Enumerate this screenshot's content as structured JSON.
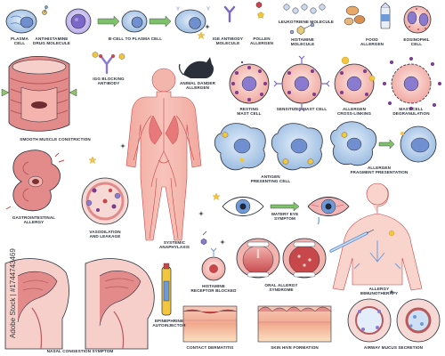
{
  "labels": {
    "plasma_cell": "PLASMA\nCELL",
    "antihistamine": "ANTIHISTAMINE\nDRUG MOLECULE",
    "b_cell": "B-CELL TO PLASMA CELL",
    "ige_antibody": "IGE ANTIBODY\nMOLECULE",
    "pollen": "POLLEN\nALLERGEN",
    "leukotriene": "LEUKOTRIENE MOLECULE",
    "histamine": "HISTAMINE\nMOLECULE",
    "food_allergen": "FOOD\nALLERGEN",
    "eosinophil": "EOSINOPHIL\nCELL",
    "igg_blocking": "IGG BLOCKING\nANTIBODY",
    "animal_dander": "ANIMAL DANDER\nALLERGEN",
    "resting_mast": "RESTING\nMAST CELL",
    "sensitized_mast": "SENSITIZED MAST CELL",
    "cross_linking": "ALLERGEN\nCROSS-LINKING",
    "degranulation": "MAST CELL\nDEGRANULATION",
    "smooth_muscle": "SMOOTH MUSCLE CONSTRICTION",
    "antigen_presenting": "ANTIGEN\nPRESENTING CELL",
    "fragment_presentation": "ALLERGEN\nFRAGMENT PRESENTATION",
    "watery_eye": "WATERY EYE\nSYMPTOM",
    "gi_allergy": "GASTROINTESTINAL\nALLERGY",
    "vasodilation": "VASODILATION\nAND LEAKAGE",
    "anaphylaxis": "SYSTEMIC\nANAPHYLAXIS",
    "oral_allergy": "ORAL ALLERGY\nSYNDROME",
    "immunotherapy": "ALLERGY\nIMMUNOTHERAPY",
    "histamine_receptor": "HISTAMINE\nRECEPTOR BLOCKED",
    "nasal_congestion": "NASAL CONGESTION SYMPTOM",
    "epinephrine": "EPINEPHRINE\nAUTOINJECTOR",
    "contact_dermatitis": "CONTACT DERMATITIS",
    "skin_hive": "SKIN HIVE FORMATION",
    "airway_mucus": "AIRWAY MUCUS SECRETION"
  },
  "watermark": "Adobe Stock | #1744743469",
  "colors": {
    "ink": "#2a2f3a",
    "blue": "#7fa6d6",
    "blue_light": "#c8dcf1",
    "purple": "#8a7ad0",
    "purple_light": "#d8d1f3",
    "pink": "#e98c8c",
    "pink_light": "#f6c7c3",
    "red": "#c8474a",
    "yellow": "#f3c640",
    "body": "#f3b6ad"
  }
}
